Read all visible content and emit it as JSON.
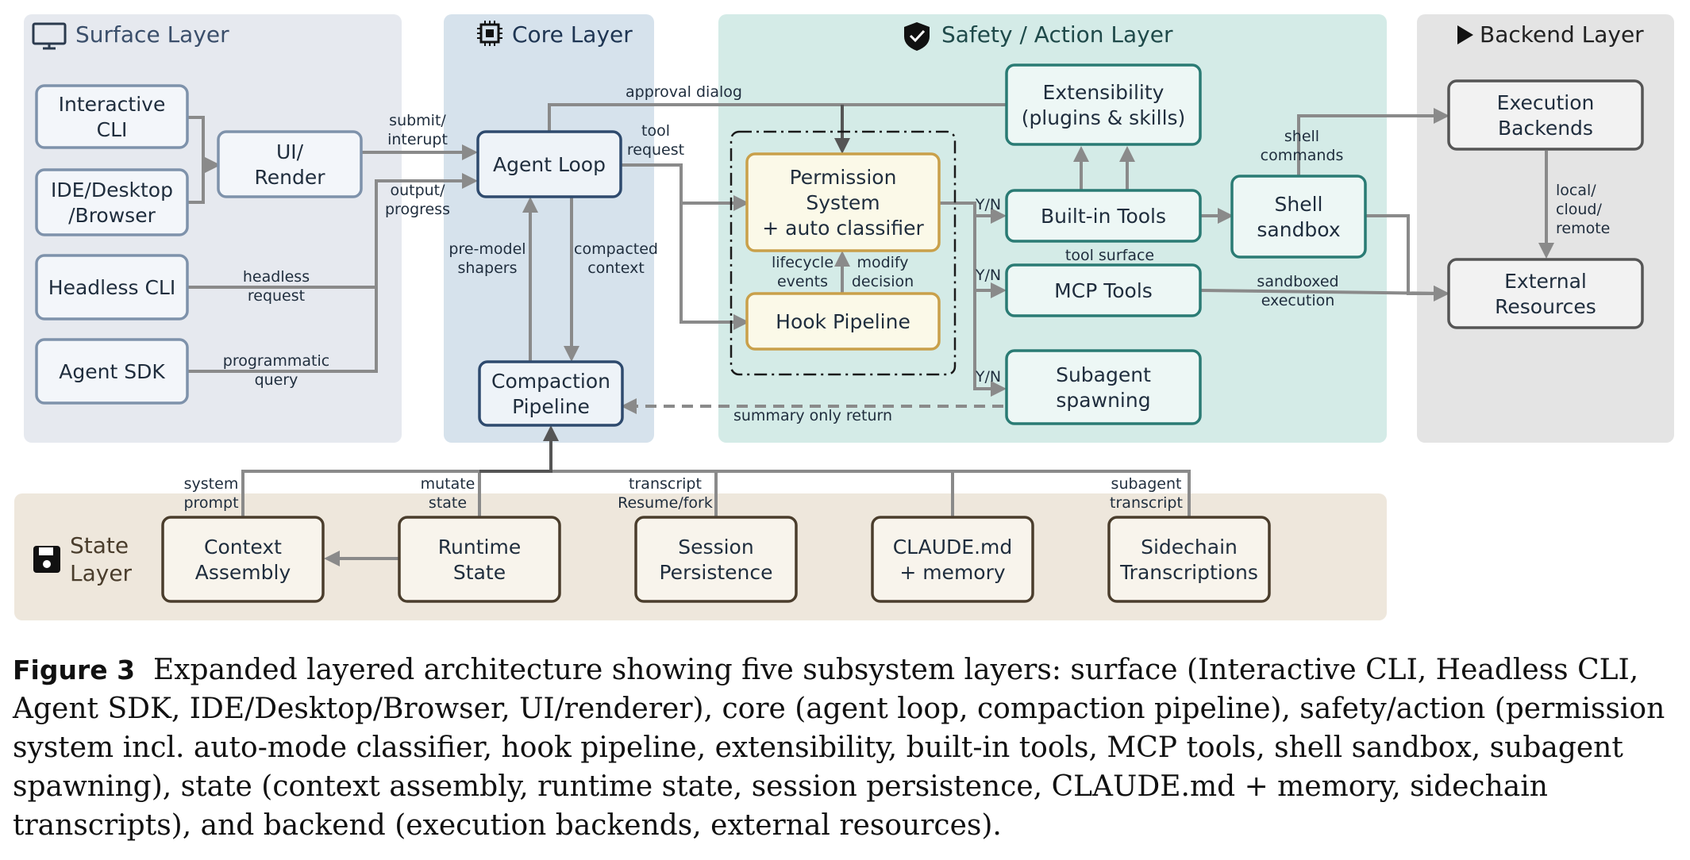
{
  "layers": {
    "surface": "Surface Layer",
    "core": "Core Layer",
    "safety": "Safety / Action Layer",
    "backend": "Backend Layer",
    "state_l1": "State",
    "state_l2": "Layer"
  },
  "nodes": {
    "interactive_cli": [
      "Interactive",
      "CLI"
    ],
    "ide_desktop": [
      "IDE/Desktop",
      "/Browser"
    ],
    "headless_cli": [
      "Headless CLI"
    ],
    "agent_sdk": [
      "Agent SDK"
    ],
    "ui_render": [
      "UI/",
      "Render"
    ],
    "agent_loop": [
      "Agent Loop"
    ],
    "compaction": [
      "Compaction",
      "Pipeline"
    ],
    "permission": [
      "Permission",
      "System",
      "+ auto classifier"
    ],
    "hook": [
      "Hook Pipeline"
    ],
    "extensibility": [
      "Extensibility",
      "(plugins & skills)"
    ],
    "builtin": [
      "Built-in Tools"
    ],
    "mcp": [
      "MCP Tools"
    ],
    "subagent": [
      "Subagent",
      "spawning"
    ],
    "shell": [
      "Shell",
      "sandbox"
    ],
    "exec_backends": [
      "Execution",
      "Backends"
    ],
    "external": [
      "External",
      "Resources"
    ],
    "context": [
      "Context",
      "Assembly"
    ],
    "runtime": [
      "Runtime",
      "State"
    ],
    "session": [
      "Session",
      "Persistence"
    ],
    "claude_md": [
      "CLAUDE.md",
      "+ memory"
    ],
    "sidechain": [
      "Sidechain",
      "Transcriptions"
    ]
  },
  "labels": {
    "submit": [
      "submit/",
      "interupt"
    ],
    "output": [
      "output/",
      "progress"
    ],
    "headless_req": [
      "headless",
      "request"
    ],
    "programmatic": [
      "programmatic",
      "query"
    ],
    "approval": [
      "approval dialog"
    ],
    "tool_request": [
      "tool",
      "request"
    ],
    "pre_model": [
      "pre-model",
      "shapers"
    ],
    "compacted": [
      "compacted",
      "context"
    ],
    "lifecycle": [
      "lifecycle",
      "events"
    ],
    "modify": [
      "modify",
      "decision"
    ],
    "yn1": [
      "Y/N"
    ],
    "yn2": [
      "Y/N"
    ],
    "yn3": [
      "Y/N"
    ],
    "tool_surface": [
      "tool surface"
    ],
    "shell_cmds": [
      "shell",
      "commands"
    ],
    "sandboxed": [
      "sandboxed",
      "execution"
    ],
    "local": [
      "local/",
      "cloud/",
      "remote"
    ],
    "summary": [
      "summary only return"
    ],
    "system_prompt": [
      "system",
      "prompt"
    ],
    "mutate": [
      "mutate",
      "state"
    ],
    "transcript": [
      "transcript",
      "Resume/fork"
    ],
    "subagent_tr": [
      "subagent",
      "transcript"
    ]
  },
  "caption": {
    "figure": "Figure 3",
    "text": "Expanded layered architecture showing five subsystem layers: surface (Interactive CLI, Headless CLI, Agent SDK, IDE/Desktop/Browser, UI/renderer), core (agent loop, compaction pipeline), safety/action (permission system incl. auto-mode classifier, hook pipeline, extensibility, built-in tools, MCP tools, shell sandbox, subagent spawning), state (context assembly, runtime state, session persistence, CLAUDE.md + memory, sidechain transcripts), and backend (execution backends, external resources)."
  },
  "icons": {
    "surface": "monitor-icon",
    "core": "chip-icon",
    "safety": "shield-check-icon",
    "backend": "play-icon",
    "state": "floppy-disk-icon"
  },
  "colors": {
    "surface_bg": "#e6e9ef",
    "core_bg": "#d6e2ec",
    "safety_bg": "#d4ebe7",
    "backend_bg": "#e4e4e4",
    "state_bg": "#eee7dc",
    "blue_border": "#7e92ab",
    "navy_border": "#2e4a6e",
    "teal_border": "#2a7b74",
    "gold_border": "#c9a04a",
    "dark_border": "#555555",
    "brown_border": "#4a3d2c",
    "arrow": "#8a8a8a"
  }
}
